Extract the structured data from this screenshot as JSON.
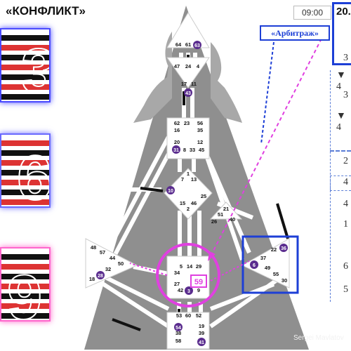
{
  "title": "«КОНФЛИКТ»",
  "time": "09:00",
  "header_cut": "20.",
  "callout": "«Арбитраж»",
  "center_label": "59",
  "credit": "Sergei Mavlatov",
  "side_lines": [
    "3",
    "▼ 4",
    "3",
    "▼ 4",
    "2",
    "4",
    "4",
    "1",
    "6",
    "5"
  ],
  "gates": {
    "head": [
      "64",
      "61",
      "63"
    ],
    "ajna": [
      "47",
      "24",
      "4"
    ],
    "throat_top": [
      "17",
      "11",
      "43"
    ],
    "throat": [
      "62",
      "23",
      "56",
      "16",
      "35",
      "12",
      "20",
      "31",
      "8",
      "33",
      "45"
    ],
    "g": [
      "1",
      "7",
      "13",
      "10",
      "25",
      "15",
      "2",
      "46"
    ],
    "heart": [
      "21",
      "51",
      "26",
      "40"
    ],
    "spleen": [
      "48",
      "57",
      "44",
      "50",
      "32",
      "28",
      "18"
    ],
    "sacral": [
      "5",
      "14",
      "29",
      "34",
      "27",
      "42",
      "3",
      "9"
    ],
    "solar": [
      "36",
      "22",
      "37",
      "6",
      "49",
      "55",
      "30"
    ],
    "root": [
      "53",
      "60",
      "52",
      "54",
      "19",
      "38",
      "39",
      "58",
      "41"
    ]
  },
  "highlighted": [
    "63",
    "43",
    "31",
    "10",
    "28",
    "3",
    "6",
    "36",
    "54",
    "41"
  ],
  "colors": {
    "accent_blue": "#1d3fd6",
    "accent_magenta": "#e040e0",
    "gate_circle": "#5a2c8e",
    "body_gray": "#8f8f8f"
  }
}
